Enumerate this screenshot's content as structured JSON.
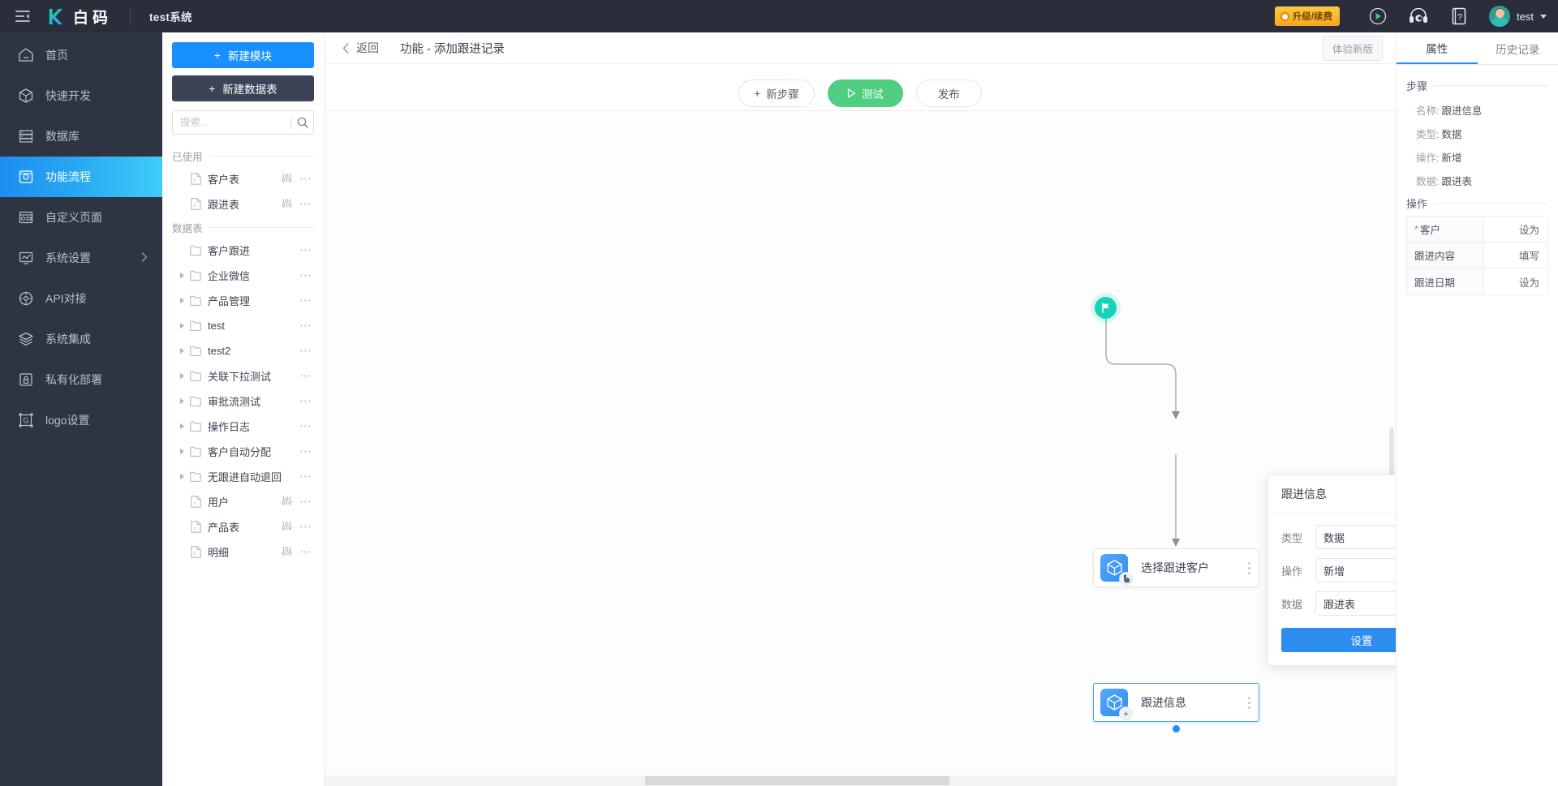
{
  "topbar": {
    "toggle_icon": "sidebar-toggle-icon",
    "logo_text": "白码",
    "system_name": "test系统",
    "upgrade_label": "升级/续费",
    "icons": [
      "play-circle-icon",
      "headset-support-icon",
      "help-doc-icon"
    ],
    "username": "test"
  },
  "nav": {
    "items": [
      {
        "label": "首页",
        "icon": "home-icon",
        "active": false,
        "arrow": false
      },
      {
        "label": "快速开发",
        "icon": "cube-icon",
        "active": false,
        "arrow": false
      },
      {
        "label": "数据库",
        "icon": "database-icon",
        "active": false,
        "arrow": false
      },
      {
        "label": "功能流程",
        "icon": "flow-icon",
        "active": true,
        "arrow": false
      },
      {
        "label": "自定义页面",
        "icon": "page-icon",
        "active": false,
        "arrow": false
      },
      {
        "label": "系统设置",
        "icon": "settings-chart-icon",
        "active": false,
        "arrow": true
      },
      {
        "label": "API对接",
        "icon": "api-icon",
        "active": false,
        "arrow": false
      },
      {
        "label": "系统集成",
        "icon": "layers-icon",
        "active": false,
        "arrow": false
      },
      {
        "label": "私有化部署",
        "icon": "lock-deploy-icon",
        "active": false,
        "arrow": false
      },
      {
        "label": "logo设置",
        "icon": "logo-settings-icon",
        "active": false,
        "arrow": false
      }
    ]
  },
  "tree": {
    "new_module_label": "新建模块",
    "new_table_label": "新建数据表",
    "search_placeholder": "搜索...",
    "search_value": "",
    "group_used": "已使用",
    "group_tables": "数据表",
    "used_items": [
      {
        "label": "客户表",
        "type": "table",
        "twisty": false,
        "slider": true
      },
      {
        "label": "跟进表",
        "type": "table",
        "twisty": false,
        "slider": true
      }
    ],
    "table_items": [
      {
        "label": "客户跟进",
        "type": "folder",
        "twisty": false,
        "slider": false
      },
      {
        "label": "企业微信",
        "type": "folder",
        "twisty": true,
        "slider": false
      },
      {
        "label": "产品管理",
        "type": "folder",
        "twisty": true,
        "slider": false
      },
      {
        "label": "test",
        "type": "folder",
        "twisty": true,
        "slider": false
      },
      {
        "label": "test2",
        "type": "folder",
        "twisty": true,
        "slider": false
      },
      {
        "label": "关联下拉测试",
        "type": "folder",
        "twisty": true,
        "slider": false
      },
      {
        "label": "审批流测试",
        "type": "folder",
        "twisty": true,
        "slider": false
      },
      {
        "label": "操作日志",
        "type": "folder",
        "twisty": true,
        "slider": false
      },
      {
        "label": "客户自动分配",
        "type": "folder",
        "twisty": true,
        "slider": false
      },
      {
        "label": "无跟进自动退回",
        "type": "folder",
        "twisty": true,
        "slider": false
      },
      {
        "label": "用户",
        "type": "table",
        "twisty": false,
        "slider": true
      },
      {
        "label": "产品表",
        "type": "table",
        "twisty": false,
        "slider": true
      },
      {
        "label": "明细",
        "type": "table",
        "twisty": false,
        "slider": true
      }
    ]
  },
  "page": {
    "back_label": "返回",
    "title": "功能 - 添加跟进记录",
    "new_version_label": "体验新版"
  },
  "toolbar": {
    "add_step_label": "新步骤",
    "test_label": "测试",
    "publish_label": "发布"
  },
  "flow": {
    "start_icon": "flag-start-icon",
    "nodes": [
      {
        "label": "选择跟进客户",
        "icon": "cube-node-icon",
        "badge": "hand-cursor-badge",
        "selected": false
      },
      {
        "label": "跟进信息",
        "icon": "cube-node-icon",
        "badge": "plus-badge",
        "selected": true
      }
    ]
  },
  "popup": {
    "title": "跟进信息",
    "fields": [
      {
        "label": "类型",
        "value": "数据"
      },
      {
        "label": "操作",
        "value": "新增"
      },
      {
        "label": "数据",
        "value": "跟进表"
      }
    ],
    "button_label": "设置"
  },
  "props": {
    "tabs": [
      {
        "label": "属性",
        "active": true
      },
      {
        "label": "历史记录",
        "active": false
      }
    ],
    "step_section": "步骤",
    "step_fields": [
      {
        "key": "名称:",
        "value": "跟进信息"
      },
      {
        "key": "类型:",
        "value": "数据"
      },
      {
        "key": "操作:",
        "value": "新增"
      },
      {
        "key": "数据:",
        "value": "跟进表"
      }
    ],
    "op_section": "操作",
    "op_rows": [
      {
        "required": true,
        "name": "客户",
        "action": "设为"
      },
      {
        "required": false,
        "name": "跟进内容",
        "action": "填写"
      },
      {
        "required": false,
        "name": "跟进日期",
        "action": "设为"
      }
    ]
  },
  "colors": {
    "brand_blue": "#1890ff",
    "nav_bg": "#2f3443",
    "topbar_bg": "#2a2e3b",
    "test_green": "#4fce82",
    "start_teal": "#16d2b6",
    "upgrade_gold": "#f5a623"
  }
}
